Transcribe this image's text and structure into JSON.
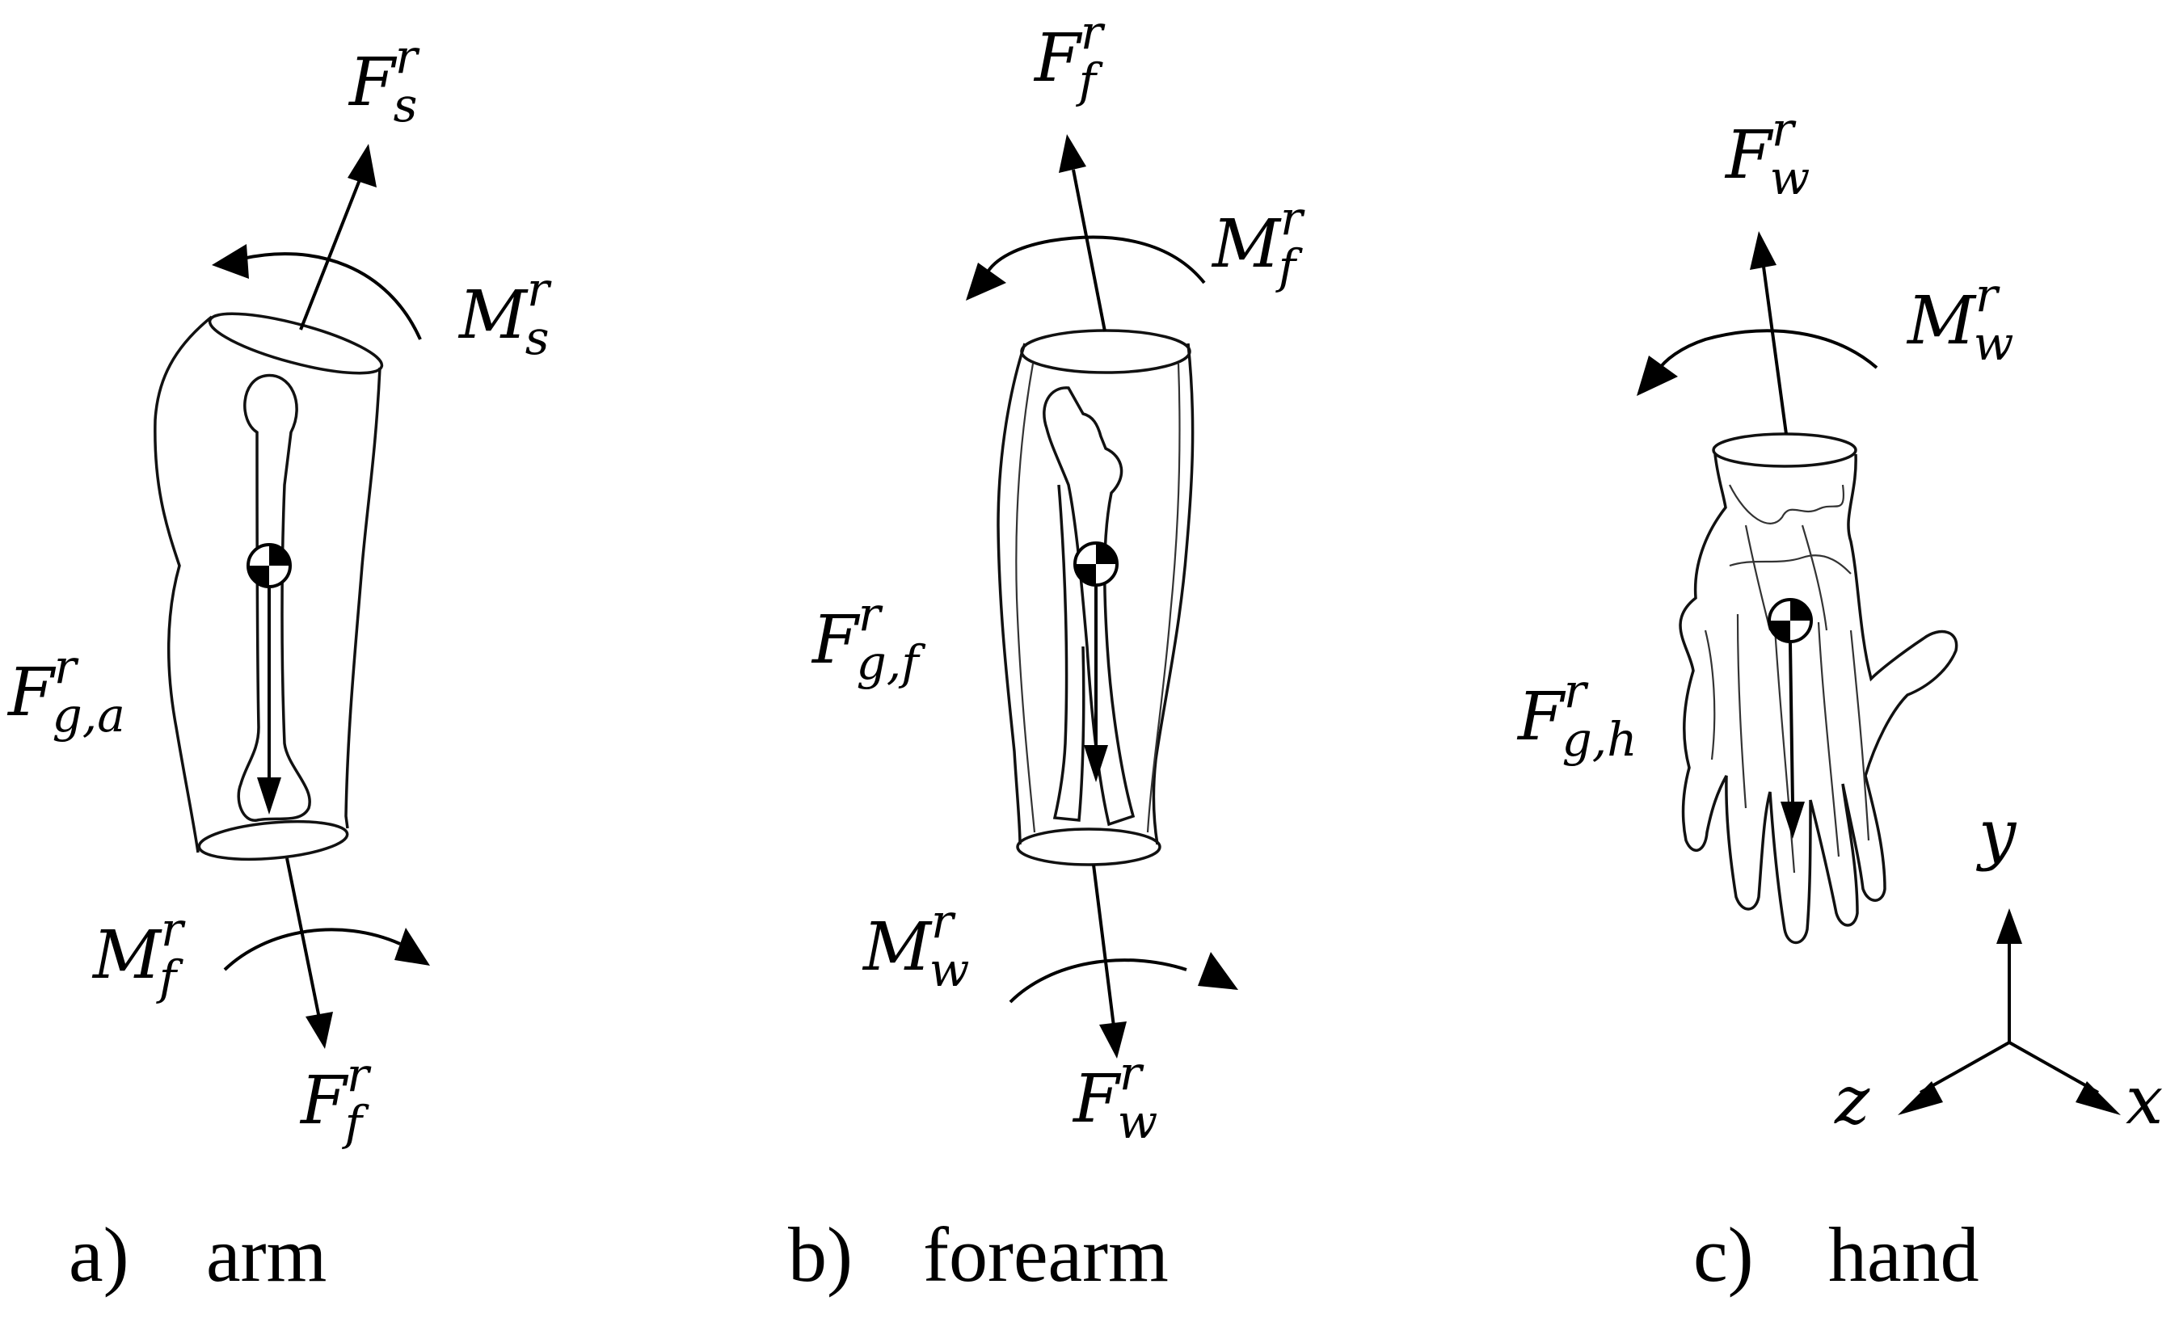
{
  "panels": [
    {
      "caption_letter": "a)",
      "caption_word": "arm",
      "labels": {
        "top_force": {
          "main": "F",
          "sup": "r",
          "sub": "s"
        },
        "top_moment": {
          "main": "M",
          "sup": "r",
          "sub": "s"
        },
        "gravity": {
          "main": "F",
          "sup": "r",
          "sub": "g,a"
        },
        "bottom_moment": {
          "main": "M",
          "sup": "r",
          "sub": "f"
        },
        "bottom_force": {
          "main": "F",
          "sup": "r",
          "sub": "f"
        }
      }
    },
    {
      "caption_letter": "b)",
      "caption_word": "forearm",
      "labels": {
        "top_force": {
          "main": "F",
          "sup": "r",
          "sub": "f"
        },
        "top_moment": {
          "main": "M",
          "sup": "r",
          "sub": "f"
        },
        "gravity": {
          "main": "F",
          "sup": "r",
          "sub": "g,f"
        },
        "bottom_moment": {
          "main": "M",
          "sup": "r",
          "sub": "w"
        },
        "bottom_force": {
          "main": "F",
          "sup": "r",
          "sub": "w"
        }
      }
    },
    {
      "caption_letter": "c)",
      "caption_word": "hand",
      "labels": {
        "top_force": {
          "main": "F",
          "sup": "r",
          "sub": "w"
        },
        "top_moment": {
          "main": "M",
          "sup": "r",
          "sub": "w"
        },
        "gravity": {
          "main": "F",
          "sup": "r",
          "sub": "g,h"
        }
      }
    }
  ],
  "axes": {
    "y": "y",
    "z": "z",
    "x": "x"
  }
}
